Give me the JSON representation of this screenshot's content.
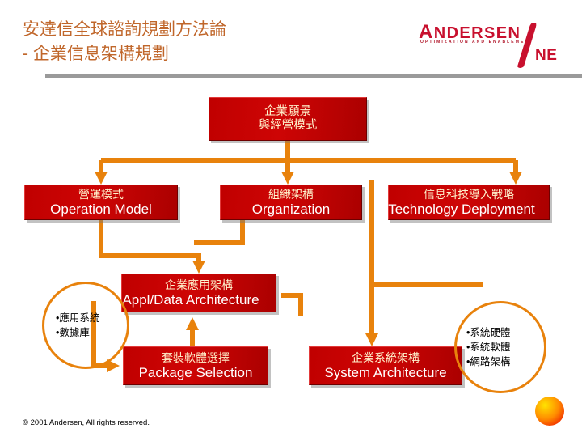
{
  "header": {
    "title": "安達信全球諮詢規劃方法論\n- 企業信息架構規劃",
    "logo": {
      "word_a": "A",
      "word_rest": "NDERSEN",
      "tagline": "OPTIMIZATION AND ENABLEMENT",
      "ne": "NE"
    }
  },
  "diagram": {
    "accent_orange": "#E8820C",
    "box_red": "#C00000",
    "boxes": [
      {
        "id": "vision",
        "cn": "企業願景",
        "cn2": "與經營模式",
        "en": ""
      },
      {
        "id": "operation_model",
        "cn": "營運模式",
        "en": "Operation Model"
      },
      {
        "id": "organization",
        "cn": "組織架構",
        "en": "Organization"
      },
      {
        "id": "technology",
        "cn": "信息科技導入戰略",
        "en": "Technology Deployment"
      },
      {
        "id": "appl_data",
        "cn": "企業應用架構",
        "en": "Appl/Data Architecture"
      },
      {
        "id": "package",
        "cn": "套裝軟體選擇",
        "en": "Package Selection"
      },
      {
        "id": "system",
        "cn": "企業系統架構",
        "en": "System Architecture"
      }
    ],
    "callout_left": {
      "items": [
        "•應用系統",
        "•數據庫"
      ]
    },
    "callout_right": {
      "items": [
        "•系統硬體",
        "•系統軟體",
        "•網路架構"
      ]
    }
  },
  "footer": {
    "copyright": "© 2001 Andersen, All rights reserved."
  }
}
